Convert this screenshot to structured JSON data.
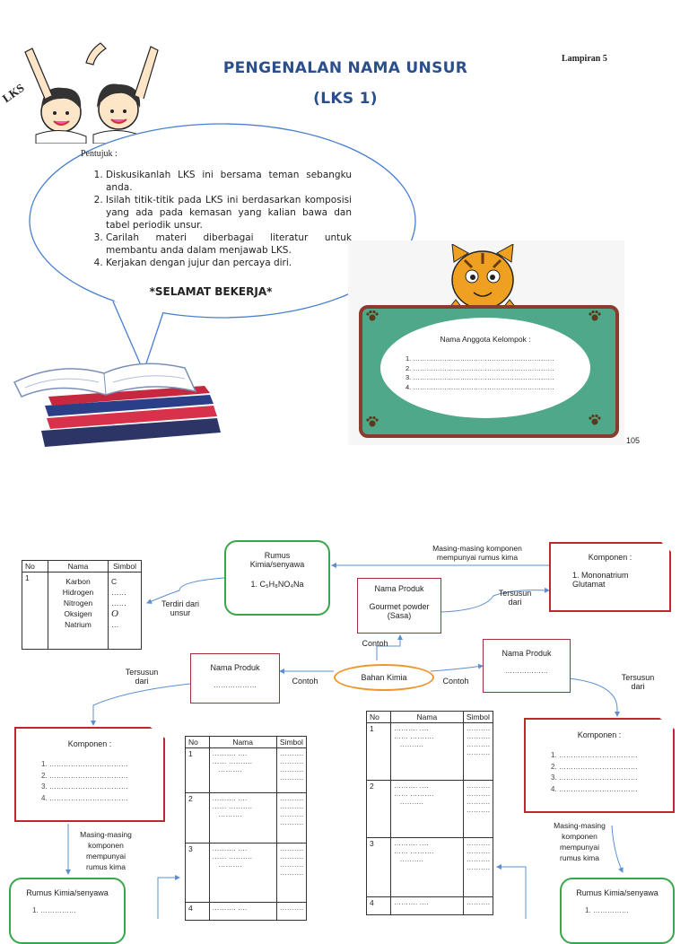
{
  "header": {
    "title": "PENGENALAN NAMA UNSUR",
    "subtitle": "(LKS 1)",
    "lampiran": "Lampiran 5",
    "lks_logo_text": "LKS"
  },
  "instructions": {
    "heading": "Pentujuk :",
    "items": [
      "Diskusikanlah LKS ini bersama teman sebangku anda.",
      "Isilah titik-titik pada LKS ini berdasarkan komposisi yang ada pada kemasan yang kalian bawa dan tabel periodik unsur.",
      "Carilah materi diberbagai literatur untuk membantu anda dalam menjawab LKS.",
      "Kerjakan dengan jujur dan percaya diri."
    ],
    "closing": "*SELAMAT BEKERJA*"
  },
  "group_board": {
    "title": "Nama Anggota Kelompok :",
    "rows": [
      "1.   ………………………………………………………",
      "2.   ………………………………………………………",
      "3.   ………………………………………………………",
      "4.   ………………………………………………………"
    ]
  },
  "page_number": "105",
  "diagram": {
    "center": "Bahan Kimia",
    "contoh": "Contoh",
    "tersusun_dari": "Tersusun dari",
    "terdiri_dari_unsur": "Terdiri dari unsur",
    "masing_note": "Masing-masing komponen mempunyai rumus kima",
    "example": {
      "product_title": "Nama Produk",
      "product_name": "Gourmet powder (Sasa)",
      "component_title": "Komponen :",
      "component_item": "1.   Mononatrium Glutamat",
      "formula_title": "Rumus Kimia/senyawa",
      "formula_item": "1.  C₅H₈NO₄Na",
      "table_headers": [
        "No",
        "Nama",
        "Simbol"
      ],
      "table_no": "1",
      "elements": [
        "Karbon",
        "Hidrogen",
        "Nitrogen",
        "Oksigen",
        "Natrium"
      ],
      "symbols": [
        "C",
        "……",
        "……",
        "O",
        "…"
      ]
    },
    "left_product": {
      "title": "Nama Produk",
      "blank": "………………"
    },
    "right_product": {
      "title": "Nama Produk",
      "blank": "………………"
    },
    "components_left": {
      "title": "Komponen :",
      "items": [
        "1.  ……………………………",
        "2.  ……………………………",
        "3.  ……………………………",
        "4.  ……………………………"
      ]
    },
    "components_right": {
      "title": "Komponen :",
      "items": [
        "1.  ……………………………",
        "2.  ……………………………",
        "3.  ……………………………",
        "4.  ……………………………"
      ]
    },
    "formula_left": {
      "title": "Rumus Kimia/senyawa",
      "item": "1.   ……………"
    },
    "formula_right": {
      "title": "Rumus Kimia/senyawa",
      "item": "1.   ……………"
    },
    "blank_tables": {
      "headers": [
        "No",
        "Nama",
        "Simbol"
      ],
      "rows": [
        "1",
        "2",
        "3",
        "4"
      ]
    }
  }
}
